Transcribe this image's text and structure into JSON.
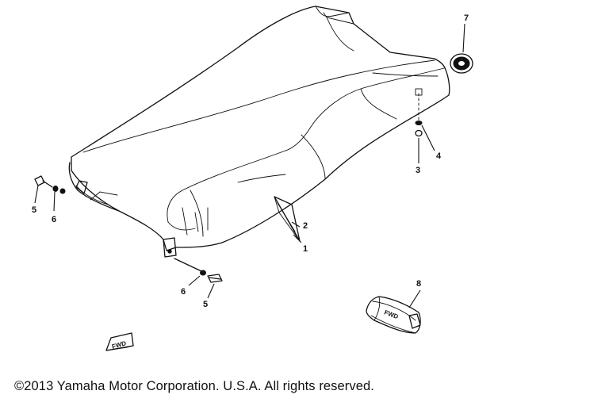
{
  "callouts": {
    "c1": "1",
    "c2": "2",
    "c3": "3",
    "c4": "4",
    "c5a": "5",
    "c5b": "5",
    "c6a": "6",
    "c6b": "6",
    "c7": "7",
    "c8": "8"
  },
  "badges": {
    "fwd_small": "FWD",
    "fwd_pad": "FWD"
  },
  "copyright": "©2013 Yamaha Motor Corporation. U.S.A. All rights reserved."
}
